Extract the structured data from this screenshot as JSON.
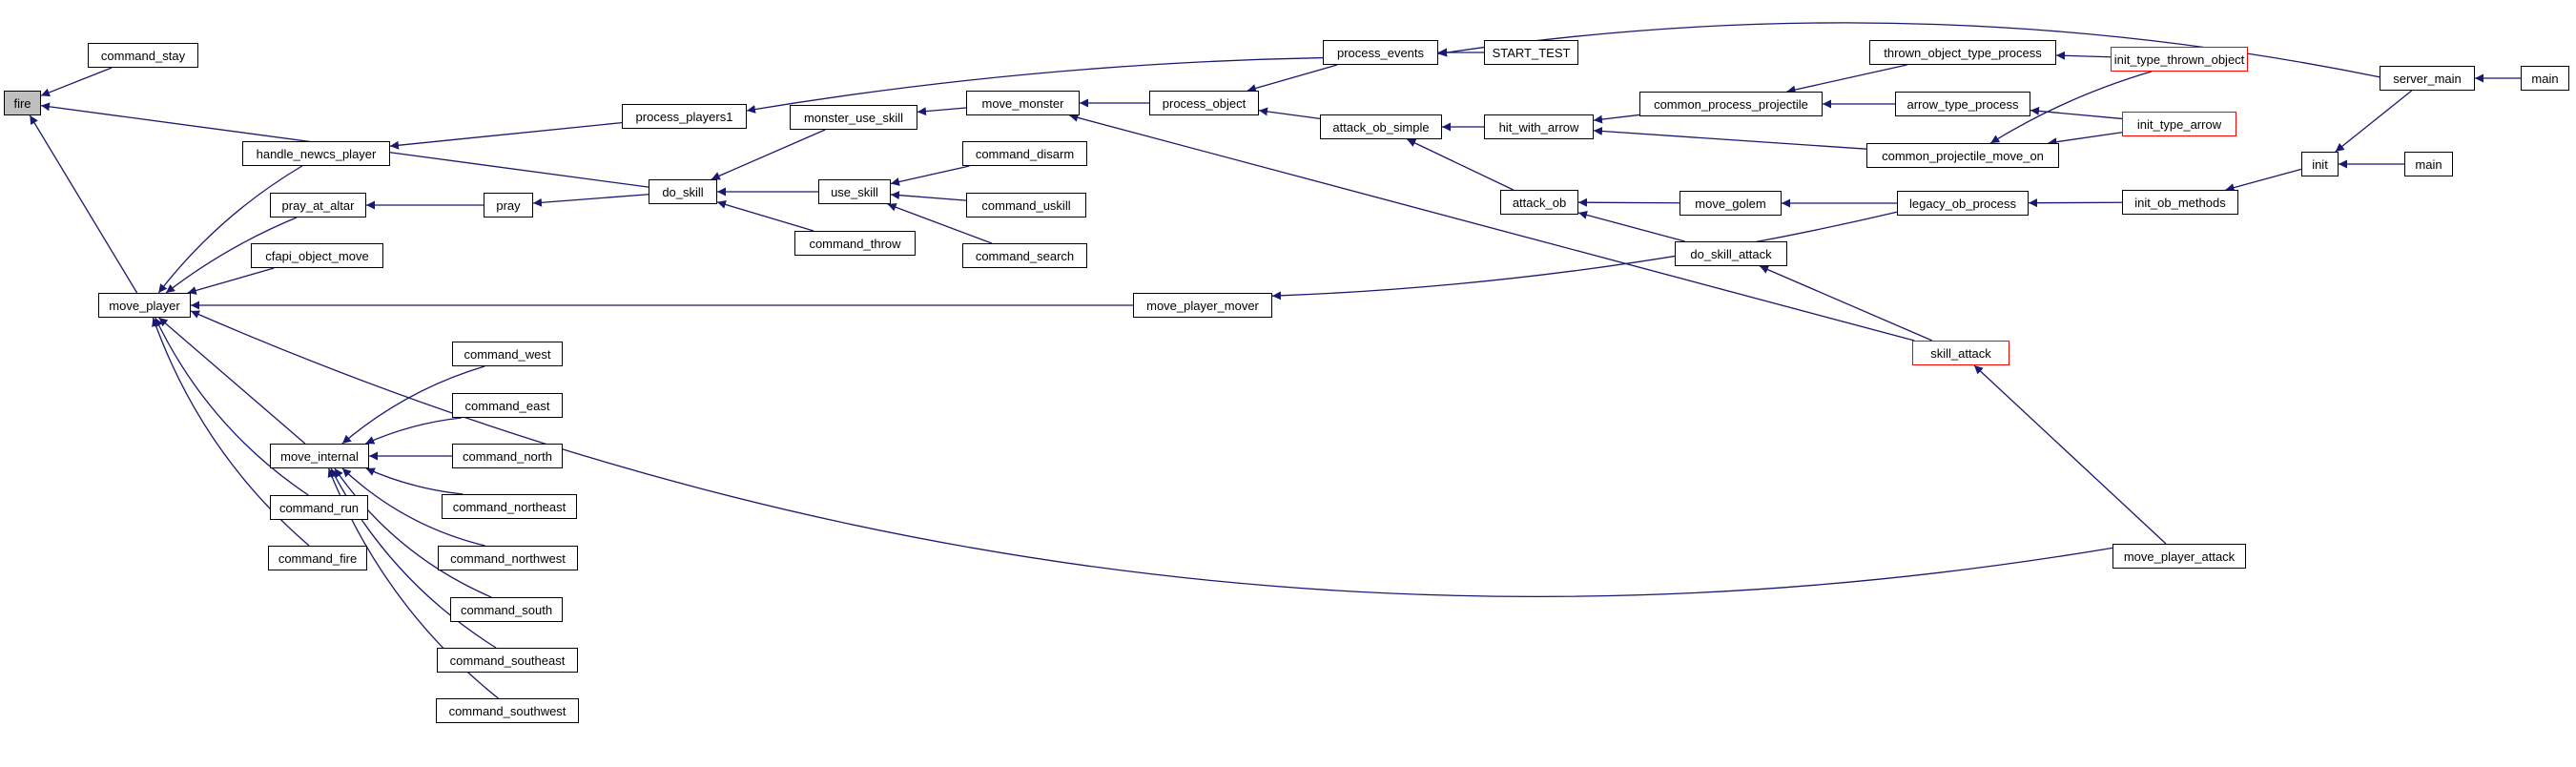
{
  "graph": {
    "edge_color": "#191970",
    "highlight_fill": "#bfbfbf",
    "truncated_border": "#ff0000",
    "nodes": {
      "fire": "fire",
      "command_stay": "command_stay",
      "move_player": "move_player",
      "handle_newcs_player": "handle_newcs_player",
      "pray_at_altar": "pray_at_altar",
      "cfapi_object_move": "cfapi_object_move",
      "move_internal": "move_internal",
      "command_run": "command_run",
      "command_fire": "command_fire",
      "command_west": "command_west",
      "command_east": "command_east",
      "command_north": "command_north",
      "command_northeast": "command_northeast",
      "command_northwest": "command_northwest",
      "command_south": "command_south",
      "command_southeast": "command_southeast",
      "command_southwest": "command_southwest",
      "pray": "pray",
      "process_players1": "process_players1",
      "do_skill": "do_skill",
      "monster_use_skill": "monster_use_skill",
      "use_skill": "use_skill",
      "command_throw": "command_throw",
      "move_monster": "move_monster",
      "command_disarm": "command_disarm",
      "command_uskill": "command_uskill",
      "command_search": "command_search",
      "move_player_mover": "move_player_mover",
      "process_object": "process_object",
      "process_events": "process_events",
      "START_TEST": "START_TEST",
      "attack_ob_simple": "attack_ob_simple",
      "hit_with_arrow": "hit_with_arrow",
      "attack_ob": "attack_ob",
      "common_process_projectile": "common_process_projectile",
      "move_golem": "move_golem",
      "do_skill_attack": "do_skill_attack",
      "thrown_object_type_process": "thrown_object_type_process",
      "arrow_type_process": "arrow_type_process",
      "common_projectile_move_on": "common_projectile_move_on",
      "legacy_ob_process": "legacy_ob_process",
      "skill_attack": "skill_attack",
      "move_player_attack": "move_player_attack",
      "init_type_thrown_object": "init_type_thrown_object",
      "init_type_arrow": "init_type_arrow",
      "init_ob_methods": "init_ob_methods",
      "init": "init",
      "server_main": "server_main",
      "main_server": "main",
      "main_init": "main"
    }
  }
}
